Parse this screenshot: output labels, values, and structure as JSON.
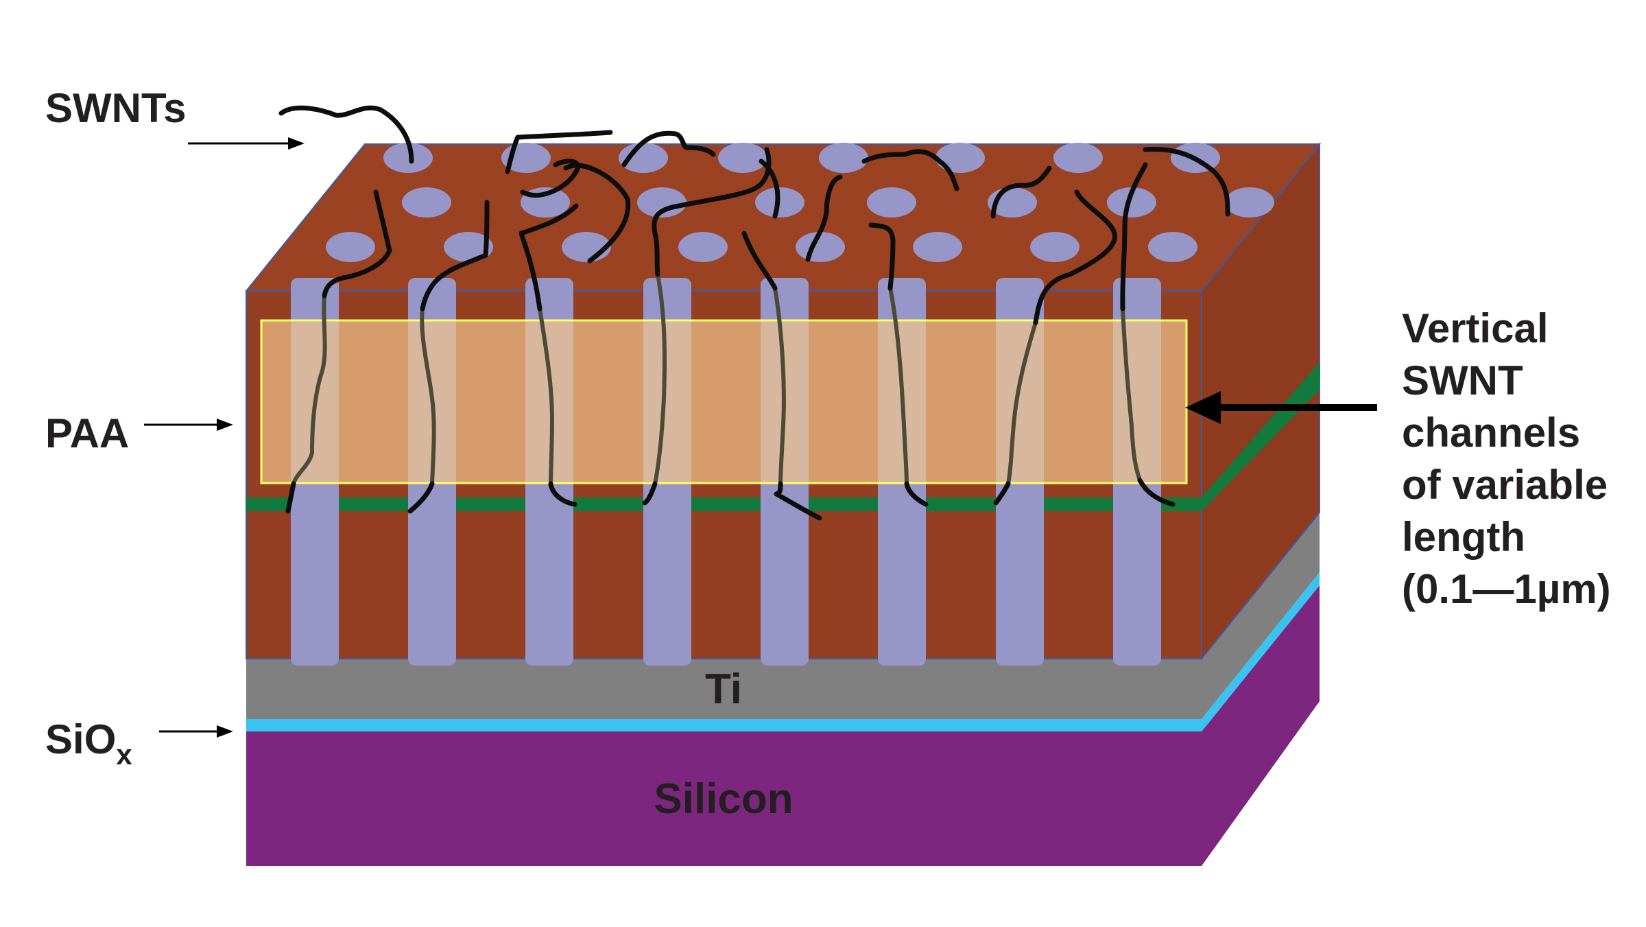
{
  "labels": {
    "swnts": "SWNTs",
    "paa": "PAA",
    "siox_main": "SiO",
    "siox_sub": "x",
    "ti": "Ti",
    "silicon": "Silicon",
    "channels_lines": [
      "Vertical",
      "SWNT",
      "channels",
      "of variable",
      "length",
      "(0.1—1µm)"
    ]
  },
  "colors": {
    "paa_front": "#943e22",
    "paa_top": "#9a4222",
    "paa_side": "#8e3b20",
    "pore": "#9696c8",
    "green_band": "#117a3c",
    "ti": "#808080",
    "siox": "#38c3f0",
    "silicon": "#7c2680",
    "highlight_fill": "#f2c48a",
    "highlight_stroke": "#ffff66",
    "nanotube": "#0d0d0d"
  }
}
